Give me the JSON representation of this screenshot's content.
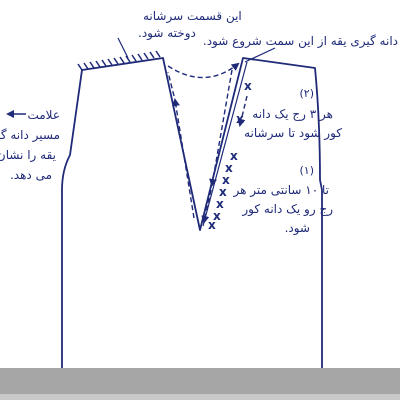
{
  "diagram": {
    "top_note_line1": "این قسمت سرشانه",
    "top_note_line2": "دوخته شود.",
    "right_note": "دانه گیری یقه از این سمت شروع شود.",
    "left_note_line1": "علامت",
    "left_note_line2": "مسیر دانه گیری",
    "left_note_line3": "یقه را نشان",
    "left_note_line4": "می دهد.",
    "step2_number": "(۲)",
    "step2_line1": "هر ۳ رج یک دانه",
    "step2_line2": "کور شود تا سرشانه",
    "step1_number": "(۱)",
    "step1_line1": "تا ۱۰ سانتی متر هر",
    "step1_line2": "رج رو یک دانه کور",
    "step1_line3": "شود.",
    "x_mark": "x"
  },
  "colors": {
    "ink": "#1f2a78",
    "band": "#a6a6a6"
  }
}
